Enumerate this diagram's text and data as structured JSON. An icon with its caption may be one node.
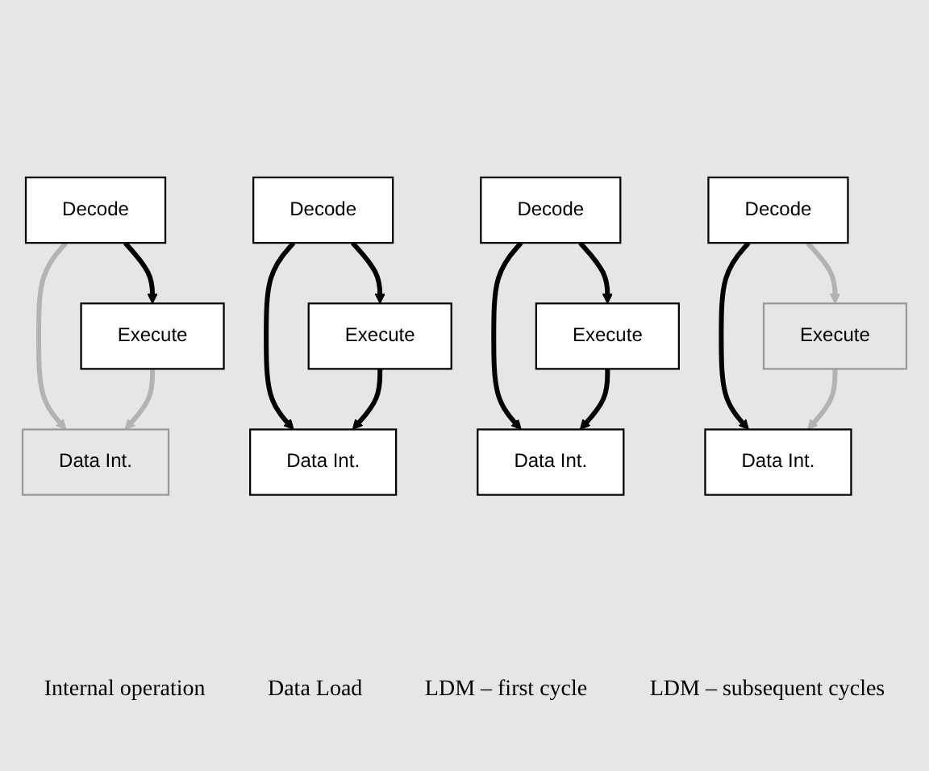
{
  "diagram": {
    "nodes": [
      {
        "text": [
          "Decode"
        ]
      },
      {
        "text": [
          "Execute"
        ]
      },
      {
        "text": [
          "Data Int."
        ]
      },
      {
        "text": [
          "Decode"
        ]
      },
      {
        "text": [
          "Execute"
        ]
      },
      {
        "text": [
          "Data Int."
        ]
      },
      {
        "text": [
          "Decode"
        ]
      },
      {
        "text": [
          "Execute"
        ]
      },
      {
        "text": [
          "Data Int."
        ]
      },
      {
        "text": [
          "Decode"
        ]
      },
      {
        "text": [
          "Execute"
        ]
      },
      {
        "text": [
          "Data Int."
        ]
      }
    ],
    "edges": [
      {
        "from": 0,
        "to": 1,
        "arrow": "to"
      },
      {
        "from": 0,
        "to": 2,
        "arrow": "to",
        "color": "#b3b3b3"
      },
      {
        "from": 1,
        "to": 2,
        "arrow": "to",
        "color": "#b3b3b3"
      },
      {
        "from": 3,
        "to": 4,
        "arrow": "to"
      },
      {
        "from": 3,
        "to": 5,
        "arrow": "to"
      },
      {
        "from": 4,
        "to": 5,
        "arrow": "to"
      },
      {
        "from": 6,
        "to": 7,
        "arrow": "to"
      },
      {
        "from": 6,
        "to": 8,
        "arrow": "to"
      },
      {
        "from": 7,
        "to": 8,
        "arrow": "to"
      },
      {
        "from": 9,
        "to": 10,
        "arrow": "to",
        "color": "#b3b3b3"
      },
      {
        "from": 9,
        "to": 11,
        "arrow": "to"
      },
      {
        "from": 10,
        "to": 11,
        "arrow": "to",
        "color": "#b3b3b3"
      }
    ],
    "labels": [
      "Internal operation",
      "Data Load",
      "LDM – first cycle",
      "LDM – subsequent cycles"
    ]
  }
}
